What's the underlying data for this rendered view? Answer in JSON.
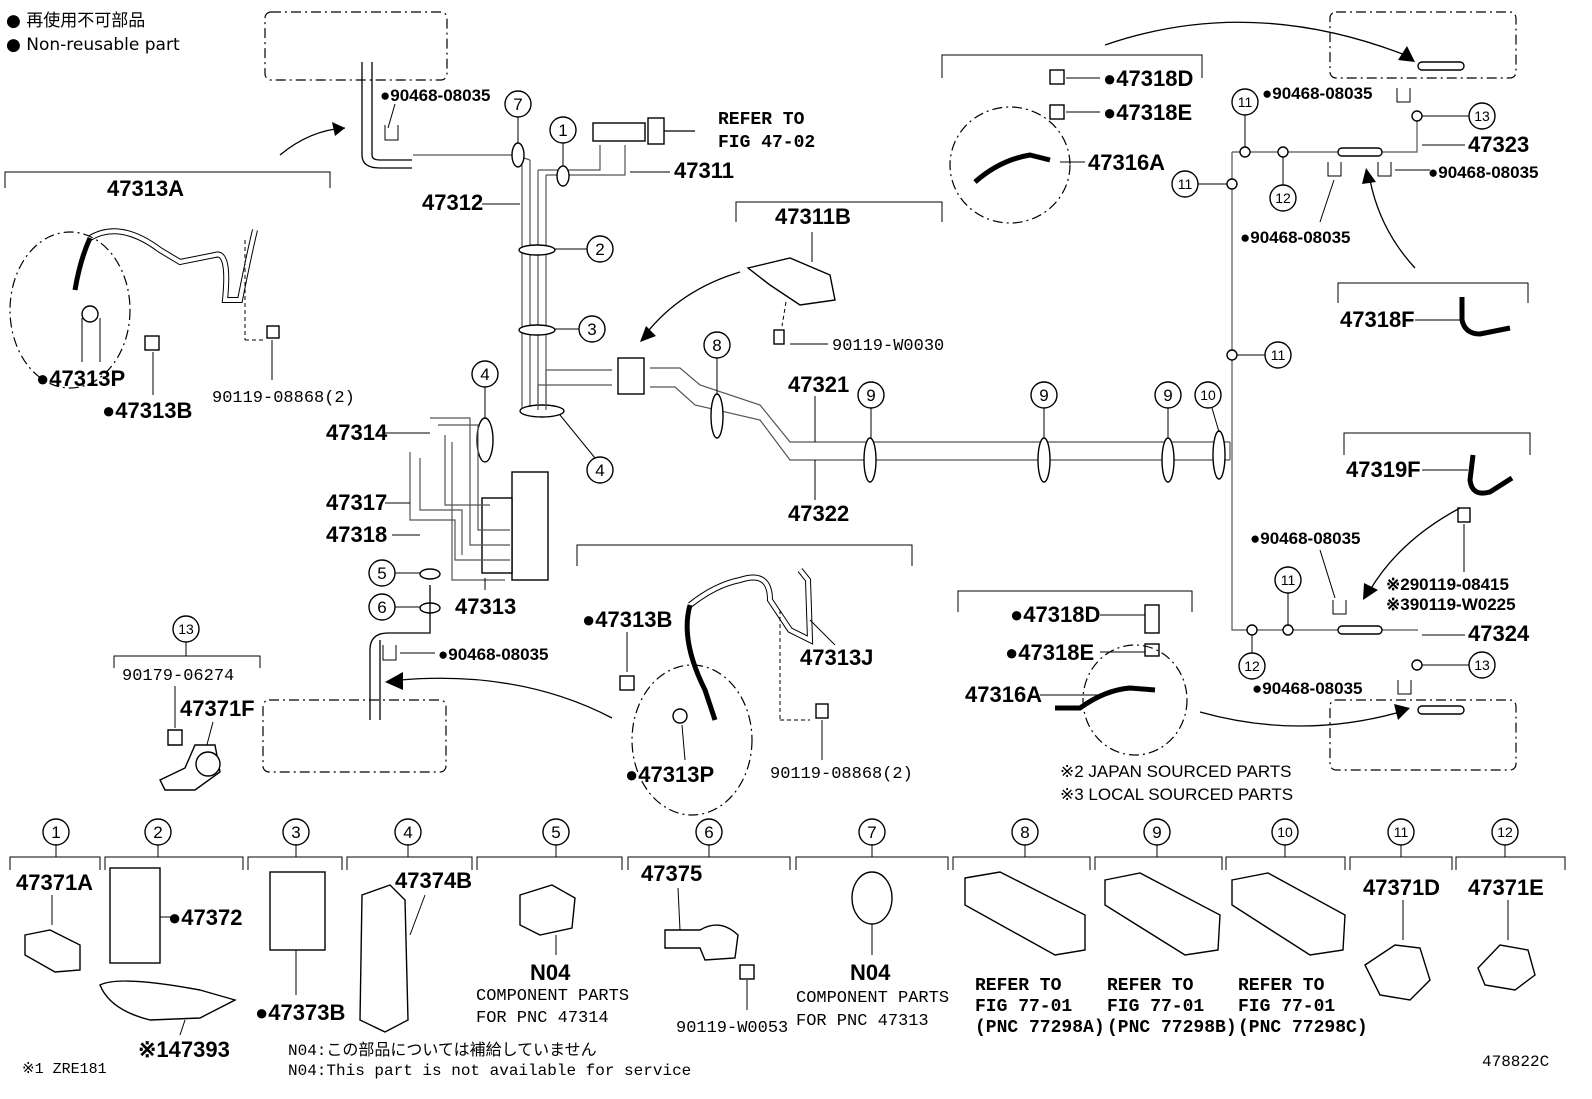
{
  "legend": {
    "line1": "● 再使用不可部品",
    "line2": "● Non-reusable part"
  },
  "top_callouts": {
    "p47313A": "47313A",
    "p47313P_l": "●47313P",
    "p47313B_l": "●47313B",
    "bolt_l": "90119-08868(2)",
    "clip_tl": "●90468-08035",
    "refer_to": "REFER TO",
    "fig_4702": "FIG 47-02",
    "p47311": "47311",
    "p47312": "47312",
    "p47311B": "47311B",
    "bolt_w0030": "90119-W0030",
    "p47314": "47314",
    "p47317": "47317",
    "p47318": "47318",
    "p47313": "47313",
    "p47321": "47321",
    "p47322": "47322",
    "clip_bl": "●90468-08035",
    "pad_13_num": "90179-06274",
    "p47371F": "47371F",
    "p47313B_c": "●47313B",
    "p47313J": "47313J",
    "p47313P_c": "●47313P",
    "bolt_c": "90119-08868(2)"
  },
  "right_callouts": {
    "p47318D_t": "●47318D",
    "p47318E_t": "●47318E",
    "p47316A_t": "47316A",
    "clip_r1": "●90468-08035",
    "p47323": "47323",
    "clip_r2": "●90468-08035",
    "clip_r3": "●90468-08035",
    "p47318F": "47318F",
    "p47319F": "47319F",
    "clip_r4": "●90468-08035",
    "bolt_jp": "※290119-08415",
    "bolt_local": "※390119-W0225",
    "p47324": "47324",
    "clip_r5": "●90468-08035",
    "p47318D_b": "●47318D",
    "p47318E_b": "●47318E",
    "p47316A_b": "47316A",
    "note_jp": "※2 JAPAN SOURCED PARTS",
    "note_local": "※3 LOCAL SOURCED PARTS"
  },
  "circle_nums": [
    "1",
    "2",
    "3",
    "4",
    "5",
    "6",
    "7",
    "8",
    "9",
    "10",
    "11",
    "12",
    "13"
  ],
  "bottom_panels": {
    "p1": "47371A",
    "p2a": "●47372",
    "p2b": "※147393",
    "p3": "●47373B",
    "p4": "47374B",
    "n04_a": "N04",
    "comp_a": "COMPONENT PARTS",
    "for_a": "FOR PNC 47314",
    "p6a": "47375",
    "p6b": "90119-W0053",
    "n04_b": "N04",
    "comp_b": "COMPONENT PARTS",
    "for_b": "FOR PNC 47313",
    "refer": "REFER TO",
    "fig": "FIG 77-01",
    "pnc8": "(PNC 77298A)",
    "pnc9": "(PNC 77298B)",
    "pnc10": "(PNC 77298C)",
    "p11": "47371D",
    "p12": "47371E"
  },
  "footer": {
    "zre": "※1 ZRE181",
    "n04_jp": "N04:この部品については補給していません",
    "n04_en": "N04:This part is not available for service",
    "code": "478822C"
  }
}
